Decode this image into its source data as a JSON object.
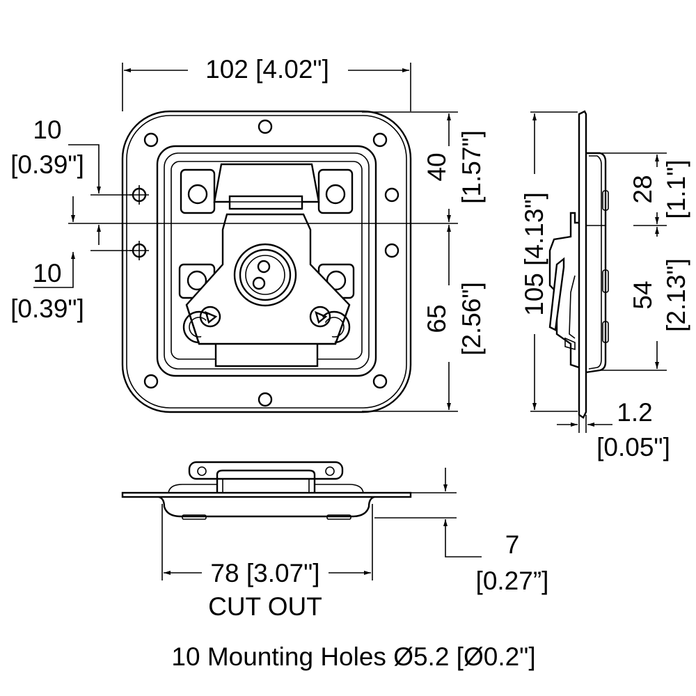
{
  "dimensions": {
    "overall_width": "102 [4.02\"]",
    "hole_offset_top_mm": "10",
    "hole_offset_top_in": "[0.39\"]",
    "hole_offset_bottom_mm": "10",
    "hole_offset_bottom_in": "[0.39\"]",
    "upper_height_mm": "40",
    "upper_height_in": "[1.57\"]",
    "lower_height_mm": "65",
    "lower_height_in": "[2.56\"]",
    "side_height": "105 [4.13\"]",
    "side_upper_mm": "28",
    "side_upper_in": "[1.1\"]",
    "side_lower_mm": "54",
    "side_lower_in": "[2.13\"]",
    "thickness_mm": "1.2",
    "thickness_in": "[0.05\"]",
    "depth_mm": "7",
    "depth_in": "[0.27”]",
    "cutout_width": "78 [3.07\"]",
    "cutout_label": "CUT OUT"
  },
  "caption": "10 Mounting Holes Ø5.2 [Ø0.2\"]"
}
